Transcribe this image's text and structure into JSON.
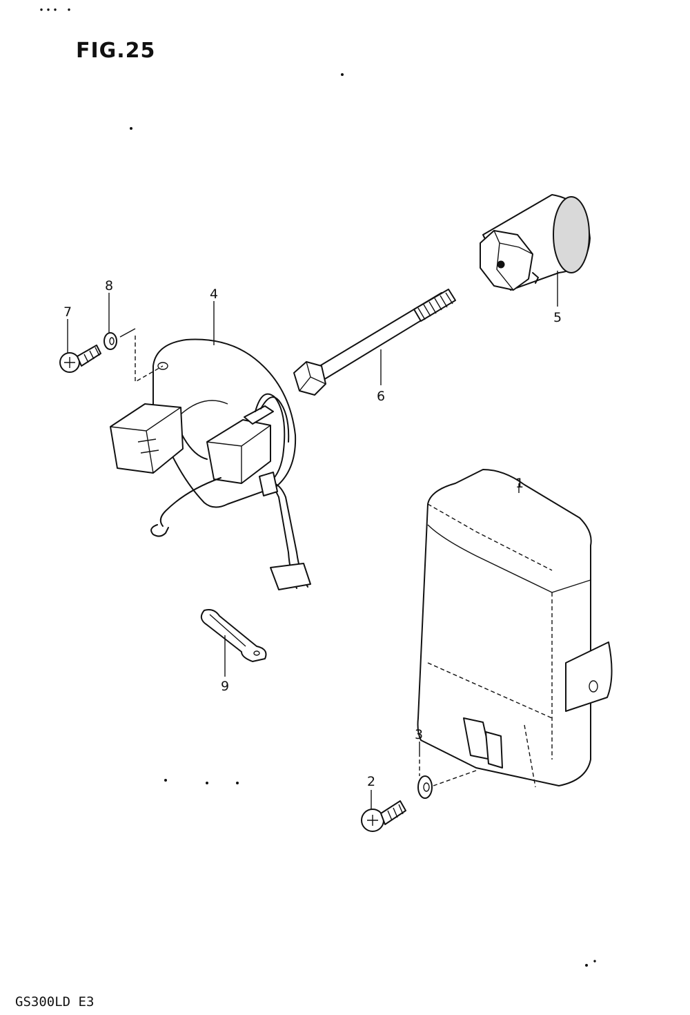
{
  "figure": {
    "title": "FIG.25",
    "model_code": "GS300LD E3"
  },
  "callouts": {
    "p1": "1",
    "p2": "2",
    "p3": "3",
    "p4": "4",
    "p5": "5",
    "p6": "6",
    "p7": "7",
    "p8": "8",
    "p9": "9"
  }
}
